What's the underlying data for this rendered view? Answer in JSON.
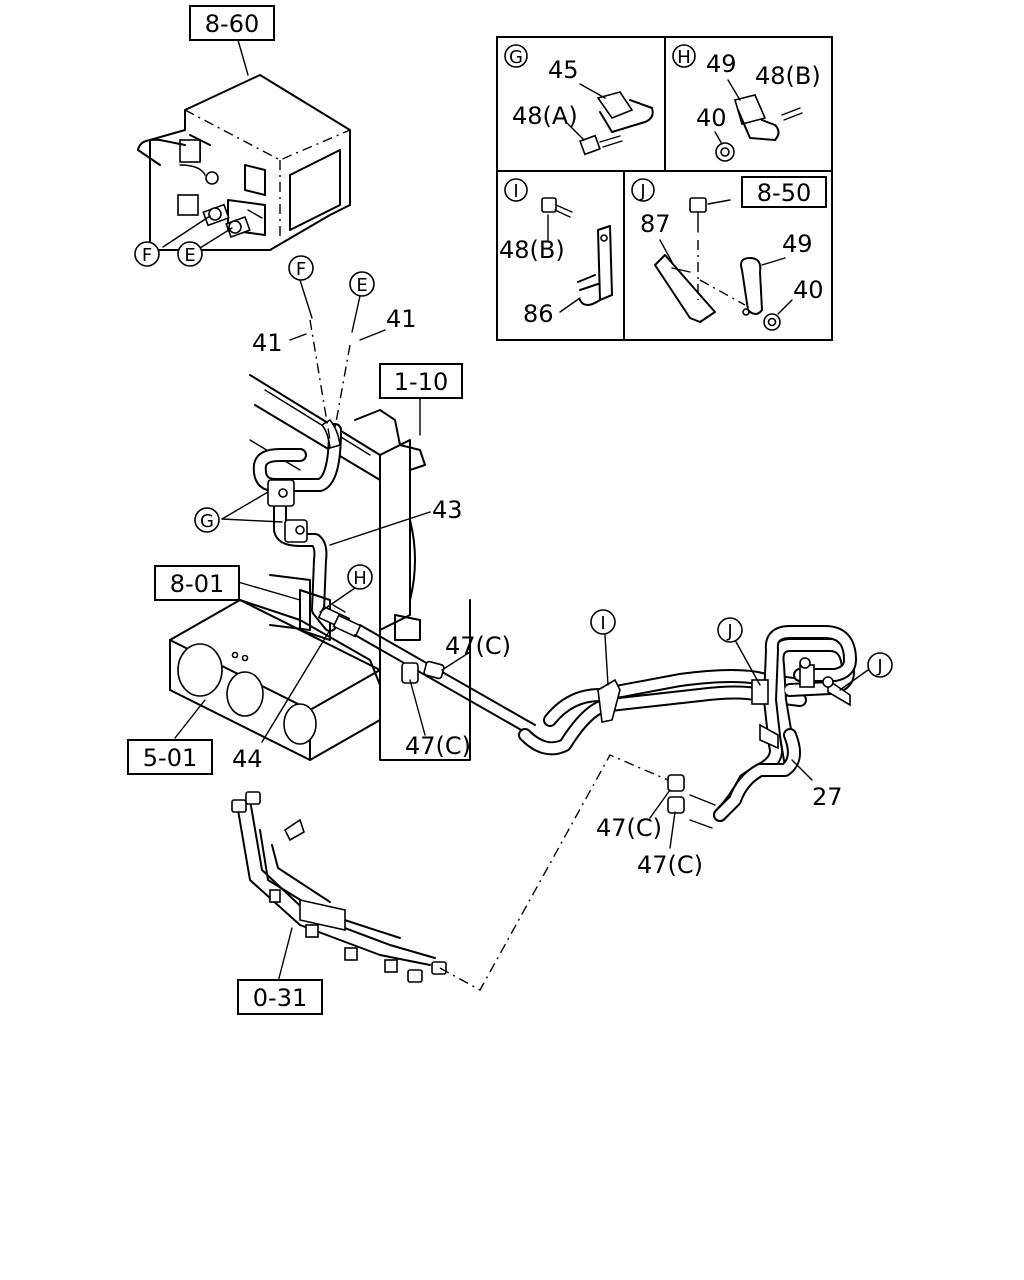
{
  "reference_boxes": [
    {
      "id": "ref-8-60",
      "text": "8-60"
    },
    {
      "id": "ref-1-10",
      "text": "1-10"
    },
    {
      "id": "ref-8-01",
      "text": "8-01"
    },
    {
      "id": "ref-5-01",
      "text": "5-01"
    },
    {
      "id": "ref-0-31",
      "text": "0-31"
    },
    {
      "id": "ref-8-50",
      "text": "8-50"
    }
  ],
  "circle_markers": {
    "F": "F",
    "E": "E",
    "G": "G",
    "H": "H",
    "I": "I",
    "J": "J"
  },
  "part_numbers": {
    "p41a": "41",
    "p41b": "41",
    "p43": "43",
    "p44": "44",
    "p47c_1": "47(C)",
    "p47c_2": "47(C)",
    "p47c_3": "47(C)",
    "p47c_4": "47(C)",
    "p27": "27"
  },
  "detail_panels": {
    "G": {
      "marker": "G",
      "labels": [
        "45",
        "48(A)"
      ]
    },
    "H": {
      "marker": "H",
      "labels": [
        "49",
        "48(B)",
        "40"
      ]
    },
    "I": {
      "marker": "I",
      "labels": [
        "48(B)",
        "86"
      ]
    },
    "J": {
      "marker": "J",
      "labels": [
        "87",
        "49",
        "40"
      ]
    }
  }
}
